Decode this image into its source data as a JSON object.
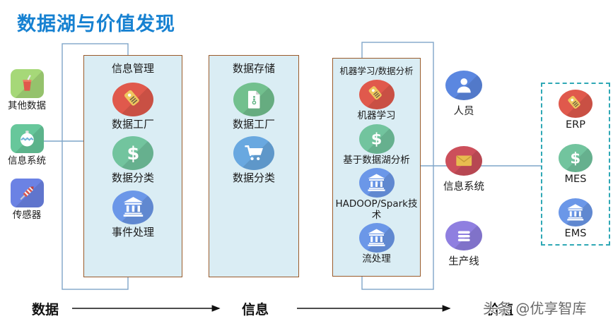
{
  "title": "数据湖与价值发现",
  "sources": {
    "items": [
      {
        "label": "其他数据",
        "icon": "drink-icon",
        "color": "#A6D878"
      },
      {
        "label": "信息系统",
        "icon": "ornament-icon",
        "color": "#67C79B"
      },
      {
        "label": "传感器",
        "icon": "firework-icon",
        "color": "#6B82E4"
      }
    ]
  },
  "stages": [
    {
      "title": "信息管理",
      "items": [
        {
          "label": "数据工厂",
          "icon": "price-tag-icon",
          "color": "#E0594C"
        },
        {
          "label": "数据分类",
          "icon": "dollar-icon",
          "color": "#72C49E"
        },
        {
          "label": "事件处理",
          "icon": "bank-icon",
          "color": "#6B97E8"
        }
      ]
    },
    {
      "title": "数据存储",
      "items": [
        {
          "label": "数据工厂",
          "icon": "document-icon",
          "color": "#72C08E"
        },
        {
          "label": "数据分类",
          "icon": "cart-icon",
          "color": "#69A8E0"
        }
      ]
    },
    {
      "title": "机器学习/数据分析",
      "items": [
        {
          "label": "机器学习",
          "icon": "price-tag-icon",
          "color": "#E0594C"
        },
        {
          "label": "基于数据湖分析",
          "icon": "dollar-icon",
          "color": "#72C49E"
        },
        {
          "label": "HADOOP/Spark技术",
          "icon": "bank-icon",
          "color": "#6B97E8"
        },
        {
          "label": "流处理",
          "icon": "bank-icon",
          "color": "#6B97E8"
        }
      ]
    }
  ],
  "outputs": {
    "items": [
      {
        "label": "人员",
        "icon": "person-icon",
        "color": "#5B87E0"
      },
      {
        "label": "信息系统",
        "icon": "envelope-icon",
        "color": "#CC4F5B"
      },
      {
        "label": "生产线",
        "icon": "menu-lines-icon",
        "color": "#8F7FE0"
      }
    ]
  },
  "systems": {
    "items": [
      {
        "label": "ERP",
        "icon": "price-tag-icon",
        "color": "#E0594C"
      },
      {
        "label": "MES",
        "icon": "dollar-icon",
        "color": "#72C49E"
      },
      {
        "label": "EMS",
        "icon": "bank-icon",
        "color": "#6B97E8"
      }
    ]
  },
  "flow": {
    "stage_labels": [
      "数据",
      "信息",
      "价值"
    ],
    "watermark": "头条 @优享智库"
  },
  "colors": {
    "title": "#1681D1",
    "box_fill": "#DAEDF4",
    "box_border": "#9A5B2B",
    "connector": "#7FA5C9",
    "dashed_border": "#2FA8B5",
    "arrow": "#111111"
  }
}
